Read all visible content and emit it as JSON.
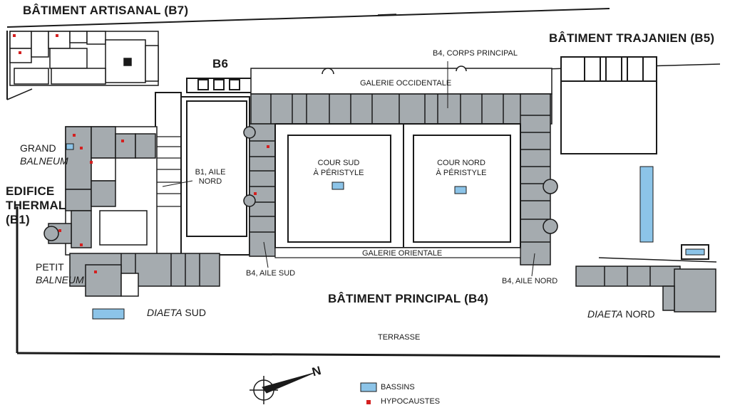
{
  "labels": {
    "b7": "BÂTIMENT ARTISANAL (B7)",
    "b5": "BÂTIMENT TRAJANIEN (B5)",
    "b6": "B6",
    "b4_corps_principal": "B4, CORPS PRINCIPAL",
    "galerie_occidentale": "GALERIE OCCIDENTALE",
    "galerie_orientale": "GALERIE ORIENTALE",
    "grand": "GRAND",
    "balneum_grand": "BALNEUM",
    "edifice_line1": "EDIFICE",
    "edifice_line2": "THERMAL",
    "edifice_line3": "(B1)",
    "b1_aile_nord_line1": "B1, AILE",
    "b1_aile_nord_line2": "NORD",
    "cour_sud_line1": "COUR SUD",
    "cour_sud_line2": "À PÉRISTYLE",
    "cour_nord_line1": "COUR NORD",
    "cour_nord_line2": "À PÉRISTYLE",
    "petit": "PETIT",
    "balneum_petit": "BALNEUM",
    "b4_aile_sud": "B4, AILE SUD",
    "b4_aile_nord": "B4, AILE NORD",
    "batiment_principal": "BÂTIMENT PRINCIPAL (B4)",
    "diaeta_sud_italic": "DIAETA",
    "diaeta_sud_rest": " SUD",
    "diaeta_nord_italic": "DIAETA",
    "diaeta_nord_rest": " NORD",
    "terrasse": "TERRASSE",
    "compass": "N"
  },
  "legend": {
    "items": [
      {
        "label": "BASSINS",
        "symbol": "pool-swatch"
      },
      {
        "label": "HYPOCAUSTES",
        "symbol": "hypocaust-marker"
      }
    ]
  },
  "colors": {
    "room_fill": "#a5abaf",
    "wall": "#1a1a1a",
    "pool": "#8cc4e8",
    "hypocaust": "#d42020",
    "paper": "#ffffff"
  },
  "icons": {
    "compass": "compass-rose-icon"
  }
}
